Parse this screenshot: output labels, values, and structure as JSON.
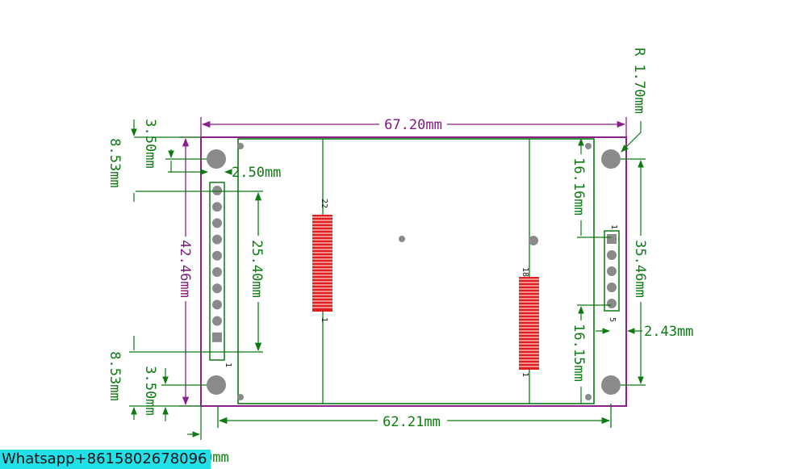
{
  "dimensions": {
    "overall_width": "67.20mm",
    "lcd_width": "62.21mm",
    "overall_height": "42.46mm",
    "header_span": "25.40mm",
    "right_hole_height": "35.46mm",
    "right_top_offset": "16.16mm",
    "right_bottom_offset": "16.15mm",
    "hole_radius": "R 1.70mm",
    "pin_offset": "2.50mm",
    "right_inset": "2.43mm",
    "left_top_margin": "8.53mm",
    "left_top_hole": "3.50mm",
    "left_bottom_margin": "8.53mm",
    "left_bottom_hole": "3.50mm",
    "bottom_left_offset": "0mm"
  },
  "labels": {
    "connector_top_pin": "22",
    "connector_bottom_pin": "1",
    "fpc_top_pin": "18",
    "fpc_bottom_pin": "1",
    "left_header_pin_1": "1",
    "right_header_pin_1": "1",
    "right_header_pin_last": "5"
  },
  "left_header": {
    "pin_count": 10
  },
  "right_header": {
    "pin_count": 5
  },
  "watermark": "Whatsapp+8615802678096",
  "colors": {
    "board_outline": "#8b1f8b",
    "dimension_lines": "#0d7a12",
    "lcd_outline": "#0d7a12",
    "connector_pads": "#e02020",
    "holes": "#8a8a8a"
  }
}
